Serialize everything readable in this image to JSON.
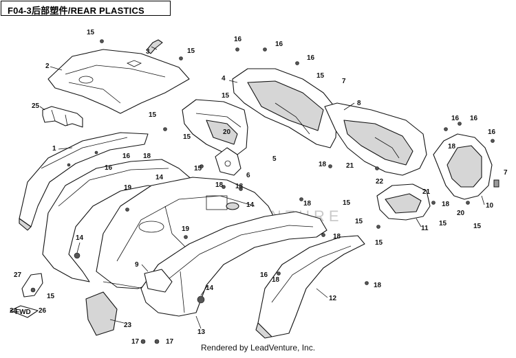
{
  "header": {
    "title": "F04-3后部塑件/REAR PLASTICS"
  },
  "footer": {
    "credit": "Rendered by LeadVenture, Inc."
  },
  "watermark": "LEADVENTURE",
  "callouts": {
    "c1": "1",
    "c2": "2",
    "c3": "3",
    "c4": "4",
    "c5": "5",
    "c6": "6",
    "c7a": "7",
    "c7b": "7",
    "c8": "8",
    "c9": "9",
    "c10": "10",
    "c11": "11",
    "c12": "12",
    "c13": "13",
    "c14a": "14",
    "c14b": "14",
    "c14c": "14",
    "c14d": "14",
    "c15a": "15",
    "c15b": "15",
    "c15c": "15",
    "c15d": "15",
    "c15e": "15",
    "c15f": "15",
    "c15g": "15",
    "c15h": "15",
    "c15i": "15",
    "c15j": "15",
    "c15k": "15",
    "c15l": "15",
    "c15m": "15",
    "c16a": "16",
    "c16b": "16",
    "c16c": "16",
    "c16d": "16",
    "c16e": "16",
    "c16f": "16",
    "c16g": "16",
    "c16h": "16",
    "c16i": "16",
    "c17a": "17",
    "c17b": "17",
    "c18a": "18",
    "c18b": "18",
    "c18c": "18",
    "c18d": "18",
    "c18e": "18",
    "c18f": "18",
    "c18g": "18",
    "c18h": "18",
    "c18i": "18",
    "c18j": "18",
    "c19a": "19",
    "c19b": "19",
    "c20a": "20",
    "c20b": "20",
    "c21a": "21",
    "c21b": "21",
    "c22": "22",
    "c23": "23",
    "c24": "24",
    "c25": "25",
    "c26": "26",
    "c27": "27",
    "fwd": "FWD"
  }
}
